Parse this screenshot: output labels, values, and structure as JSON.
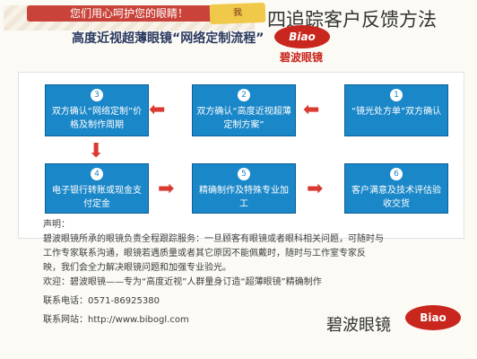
{
  "header": {
    "banner_text": "您们用心呵护您的眼睛！",
    "banner_side": "我",
    "title": "四追踪客户反馈方法"
  },
  "brand": {
    "logo_text": "Biao",
    "name_cn": "碧波眼镜"
  },
  "flow": {
    "title": "高度近视超薄眼镜“网络定制流程”",
    "steps": [
      {
        "num": "1",
        "text": "“镜光处方单”双方确认"
      },
      {
        "num": "2",
        "text": "双方确认“高度近视超薄定制方案”"
      },
      {
        "num": "3",
        "text": "双方确认“网络定制”价格及制作周期"
      },
      {
        "num": "4",
        "text": "电子银行转账或现金支付定金"
      },
      {
        "num": "5",
        "text": "精确制作及特殊专业加工"
      },
      {
        "num": "6",
        "text": "客户满意及技术评估验收交货"
      }
    ]
  },
  "notes": {
    "heading": "声明：",
    "lines": [
      "碧波眼镜所承的眼镜负责全程跟踪服务：一旦顾客有眼镜或者眼科相关问题，可随时与",
      "工作专家联系沟通，眼镜若遇质量或者其它原因不能佩戴时，随时与工作室专家反",
      "映，我们会全力解决眼镜问题和加强专业验光。",
      "欢迎：碧波眼镜——专为“高度近视”人群量身订造“超薄眼镜”精确制作"
    ],
    "phone": "联系电话：0571-86925380",
    "website": "联系网站：http://www.bibogl.com"
  },
  "signature": "碧波眼镜"
}
